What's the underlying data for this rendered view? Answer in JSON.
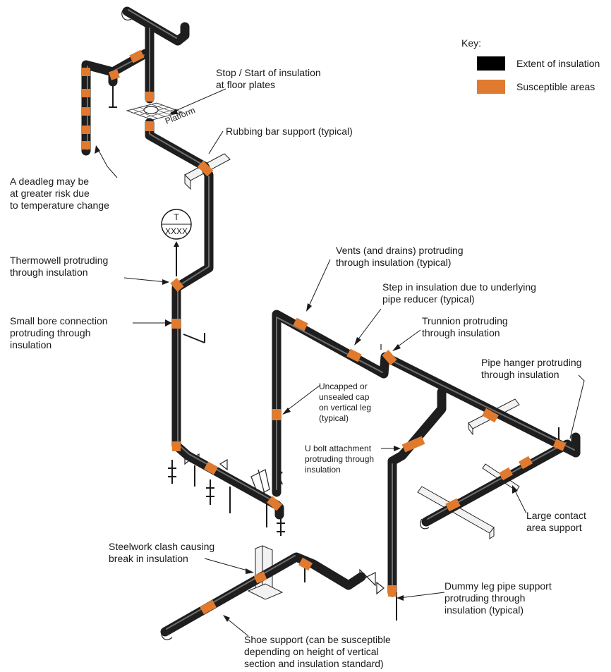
{
  "key": {
    "title": "Key:",
    "items": [
      {
        "label": "Extent of insulation",
        "color": "#000000"
      },
      {
        "label": "Susceptible areas",
        "color": "#e07a2e"
      }
    ]
  },
  "platform_label": "Platform",
  "thermowell_gauge": {
    "top": "T",
    "bottom": "XXXX"
  },
  "annotations": {
    "stop_start": [
      "Stop / Start of insulation",
      "at floor plates"
    ],
    "rubbing_bar": [
      "Rubbing bar support (typical)"
    ],
    "deadleg": [
      "A deadleg may be",
      "at greater risk due",
      "to temperature change"
    ],
    "thermowell": [
      "Thermowell protruding",
      "through insulation"
    ],
    "small_bore": [
      "Small bore connection",
      "protruding through",
      "insulation"
    ],
    "vents": [
      "Vents (and drains) protruding",
      "through insulation (typical)"
    ],
    "step": [
      "Step in insulation due to underlying",
      "pipe reducer (typical)"
    ],
    "trunnion": [
      "Trunnion protruding",
      "through insulation"
    ],
    "pipe_hanger": [
      "Pipe hanger protruding",
      "through insulation"
    ],
    "uncapped": [
      "Uncapped or",
      "unsealed cap",
      "on vertical leg",
      "(typical)"
    ],
    "ubolt": [
      "U bolt attachment",
      "protruding through",
      "insulation"
    ],
    "large_contact": [
      "Large contact",
      "area support"
    ],
    "steelwork": [
      "Steelwork clash causing",
      "break in insulation"
    ],
    "dummy_leg": [
      "Dummy leg pipe support",
      "protruding through",
      "insulation (typical)"
    ],
    "shoe": [
      "Shoe support (can be susceptible",
      "depending on height of vertical",
      "section and insulation standard)"
    ]
  }
}
